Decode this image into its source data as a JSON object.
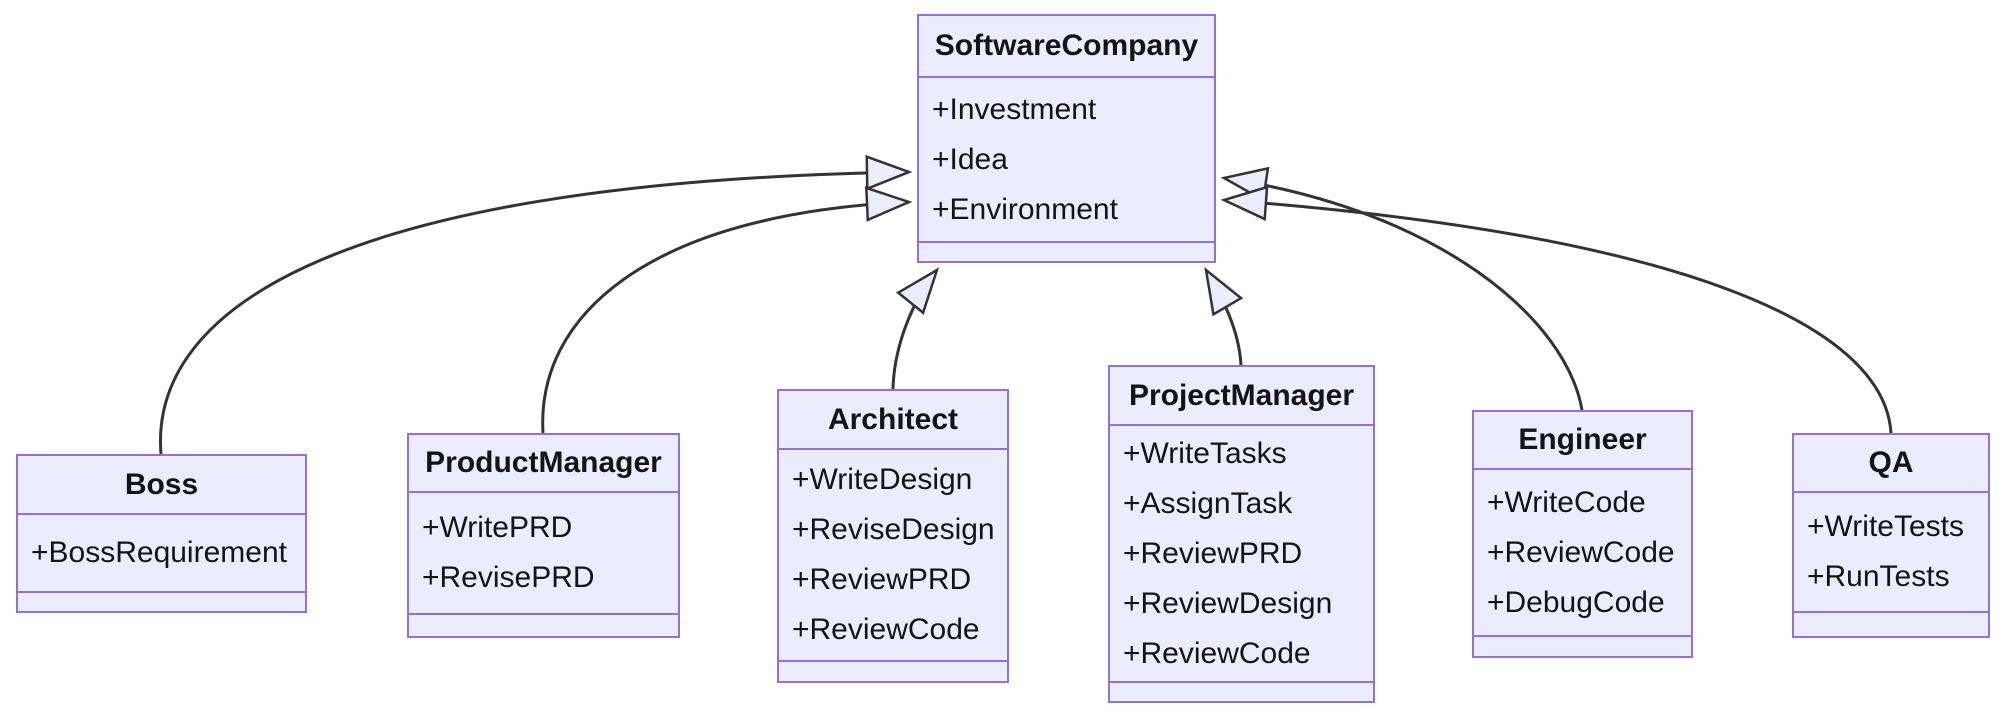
{
  "diagram": {
    "kind": "uml-class-diagram",
    "colors": {
      "box_fill": "#ECECFF",
      "box_border": "#9370DB",
      "edge_line": "#333333",
      "text": "#141414",
      "background": "#ffffff"
    },
    "classes": [
      {
        "name": "SoftwareCompany",
        "members": [
          "+Investment",
          "+Idea",
          "+Environment"
        ],
        "methods": []
      },
      {
        "name": "Boss",
        "members": [
          "+BossRequirement"
        ],
        "methods": []
      },
      {
        "name": "ProductManager",
        "members": [
          "+WritePRD",
          "+RevisePRD"
        ],
        "methods": []
      },
      {
        "name": "Architect",
        "members": [
          "+WriteDesign",
          "+ReviseDesign",
          "+ReviewPRD",
          "+ReviewCode"
        ],
        "methods": []
      },
      {
        "name": "ProjectManager",
        "members": [
          "+WriteTasks",
          "+AssignTask",
          "+ReviewPRD",
          "+ReviewDesign",
          "+ReviewCode"
        ],
        "methods": []
      },
      {
        "name": "Engineer",
        "members": [
          "+WriteCode",
          "+ReviewCode",
          "+DebugCode"
        ],
        "methods": []
      },
      {
        "name": "QA",
        "members": [
          "+WriteTests",
          "+RunTests"
        ],
        "methods": []
      }
    ],
    "relations": [
      {
        "from": "Boss",
        "to": "SoftwareCompany",
        "type": "inheritance"
      },
      {
        "from": "ProductManager",
        "to": "SoftwareCompany",
        "type": "inheritance"
      },
      {
        "from": "Architect",
        "to": "SoftwareCompany",
        "type": "inheritance"
      },
      {
        "from": "ProjectManager",
        "to": "SoftwareCompany",
        "type": "inheritance"
      },
      {
        "from": "Engineer",
        "to": "SoftwareCompany",
        "type": "inheritance"
      },
      {
        "from": "QA",
        "to": "SoftwareCompany",
        "type": "inheritance"
      }
    ]
  }
}
